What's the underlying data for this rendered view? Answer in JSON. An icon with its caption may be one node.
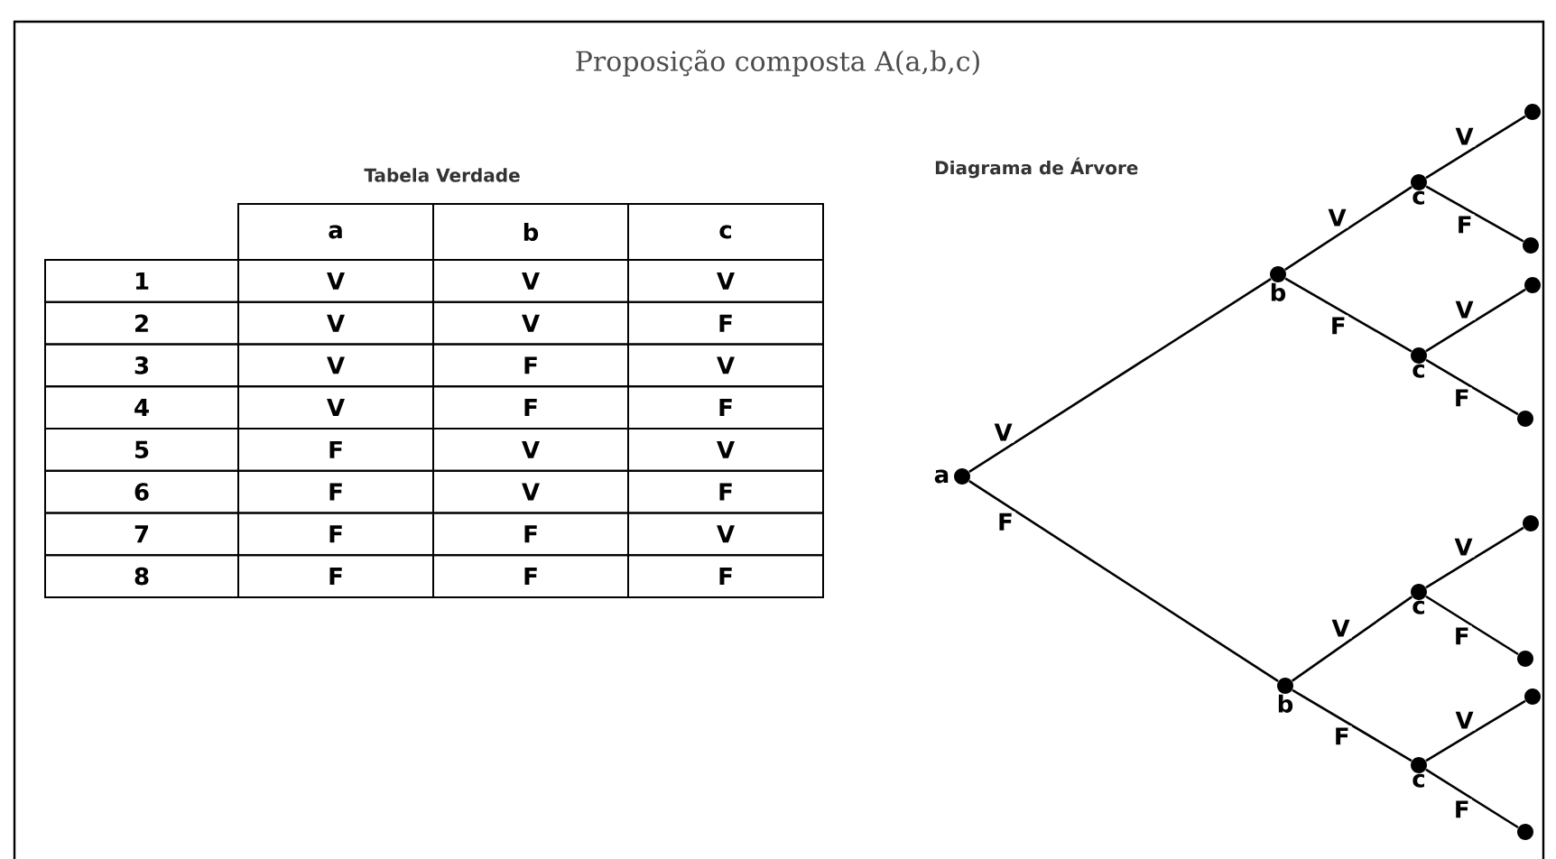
{
  "diagram": {
    "title": "Proposição composta A(a,b,c)",
    "nodes": [
      {
        "text": [],
        "shape": "circle",
        "beside": [
          "a"
        ]
      },
      {
        "text": [],
        "shape": "circle",
        "beside": [
          "b"
        ]
      },
      {
        "text": [],
        "shape": "circle",
        "beside": [
          "c"
        ]
      },
      {
        "text": [],
        "shape": "circle"
      },
      {
        "text": [],
        "shape": "circle"
      },
      {
        "text": [],
        "shape": "circle",
        "beside": [
          "c"
        ]
      },
      {
        "text": [],
        "shape": "circle"
      },
      {
        "text": [],
        "shape": "circle"
      },
      {
        "text": [],
        "shape": "circle",
        "beside": [
          "b"
        ]
      },
      {
        "text": [],
        "shape": "circle",
        "beside": [
          "c"
        ]
      },
      {
        "text": [],
        "shape": "circle"
      },
      {
        "text": [],
        "shape": "circle"
      },
      {
        "text": [],
        "shape": "circle",
        "beside": [
          "c"
        ]
      },
      {
        "text": [],
        "shape": "circle"
      },
      {
        "text": [],
        "shape": "circle"
      }
    ],
    "edges": [
      {
        "from": 0,
        "to": 1,
        "arrow": "none",
        "label": "V"
      },
      {
        "from": 1,
        "to": 2,
        "arrow": "none",
        "label": "V"
      },
      {
        "from": 2,
        "to": 3,
        "arrow": "none",
        "label": "V"
      },
      {
        "from": 2,
        "to": 4,
        "arrow": "none",
        "label": "F"
      },
      {
        "from": 1,
        "to": 5,
        "arrow": "none",
        "label": "F"
      },
      {
        "from": 5,
        "to": 6,
        "arrow": "none",
        "label": "V"
      },
      {
        "from": 5,
        "to": 7,
        "arrow": "none",
        "label": "F"
      },
      {
        "from": 0,
        "to": 8,
        "arrow": "none",
        "label": "F"
      },
      {
        "from": 8,
        "to": 9,
        "arrow": "none",
        "label": "V"
      },
      {
        "from": 9,
        "to": 10,
        "arrow": "none",
        "label": "V"
      },
      {
        "from": 9,
        "to": 11,
        "arrow": "none",
        "label": "F"
      },
      {
        "from": 8,
        "to": 12,
        "arrow": "none",
        "label": "F"
      },
      {
        "from": 12,
        "to": 13,
        "arrow": "none",
        "label": "V"
      },
      {
        "from": 12,
        "to": 14,
        "arrow": "none",
        "label": "F"
      }
    ],
    "labels": [
      "Tabela Verdade",
      "a",
      "b",
      "c",
      "1",
      "V",
      "V",
      "V",
      "2",
      "V",
      "V",
      "F",
      "3",
      "V",
      "F",
      "V",
      "4",
      "V",
      "F",
      "F",
      "5",
      "F",
      "V",
      "V",
      "6",
      "F",
      "V",
      "F",
      "7",
      "F",
      "F",
      "V",
      "8",
      "F",
      "F",
      "F",
      "Diagrama de Árvore"
    ]
  }
}
